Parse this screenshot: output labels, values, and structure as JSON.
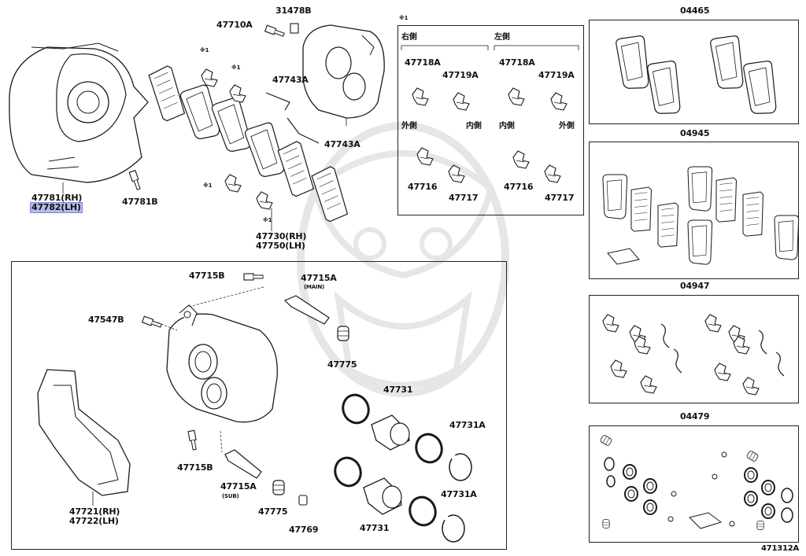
{
  "colors": {
    "ink": "#1a1a1a",
    "highlight": "#b7b8ee",
    "watermark": "#e6e6e6"
  },
  "labels": {
    "p31478B": "31478B",
    "p47710A": "47710A",
    "ref1_a": "※1",
    "ref1_b": "※1",
    "ref1_c": "※1",
    "ref1_d": "※1",
    "ref1_kit": "※1",
    "p47743A_top": "47743A",
    "p47743A_bot": "47743A",
    "p47781RH": "47781(RH)",
    "p47782LH": "47782(LH)",
    "p47781B": "47781B",
    "p47730RH": "47730(RH)",
    "p47750LH": "47750(LH)",
    "right_side": "右側",
    "left_side": "左側",
    "p47718A_r": "47718A",
    "p47719A_r": "47719A",
    "p47718A_l": "47718A",
    "p47719A_l": "47719A",
    "outer_r": "外側",
    "inner_r": "内側",
    "inner_l": "内側",
    "outer_l": "外側",
    "p47716_r": "47716",
    "p47717_r": "47717",
    "p47716_l": "47716",
    "p47717_l": "47717",
    "p04465": "04465",
    "p04945": "04945",
    "p04947": "04947",
    "p04479": "04479",
    "p47715B_top": "47715B",
    "p47715A_top": "47715A",
    "main": "(MAIN)",
    "p47547B": "47547B",
    "p47775_top": "47775",
    "p47731_top": "47731",
    "p47731A_top": "47731A",
    "p47715B_bot": "47715B",
    "p47715A_bot": "47715A",
    "sub": "(SUB)",
    "p47775_bot": "47775",
    "p47769": "47769",
    "p47731_bot": "47731",
    "p47731A_bot": "47731A",
    "p47721RH": "47721(RH)",
    "p47722LH": "47722(LH)",
    "diagram_no": "471312A"
  }
}
